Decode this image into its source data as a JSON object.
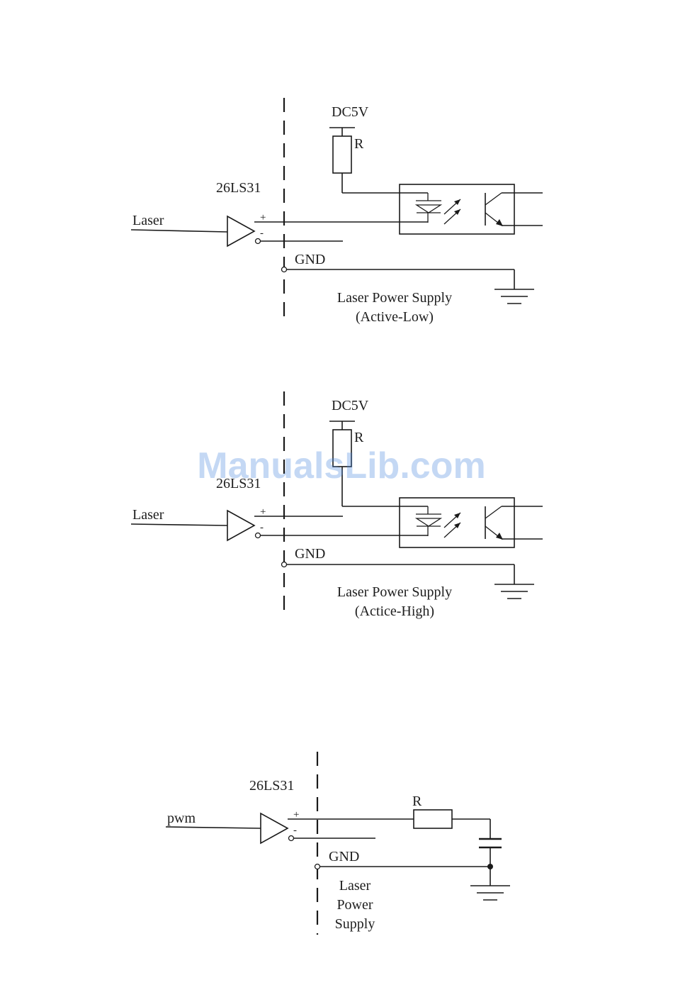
{
  "watermark": "ManualsLib.com",
  "diagrams": [
    {
      "supply_label": "DC5V",
      "resistor_label": "R",
      "driver_label": "26LS31",
      "input_label": "Laser",
      "plus_sign": "+",
      "minus_sign": "-",
      "gnd_label": "GND",
      "caption_lines": [
        "Laser Power Supply",
        "(Active-Low)"
      ]
    },
    {
      "supply_label": "DC5V",
      "resistor_label": "R",
      "driver_label": "26LS31",
      "input_label": "Laser",
      "plus_sign": "+",
      "minus_sign": "-",
      "gnd_label": "GND",
      "caption_lines": [
        "Laser Power Supply",
        "(Actice-High)"
      ]
    },
    {
      "resistor_label": "R",
      "driver_label": "26LS31",
      "input_label": "pwm",
      "plus_sign": "+",
      "minus_sign": "-",
      "gnd_label": "GND",
      "caption_lines": [
        "Laser",
        "Power",
        "Supply"
      ]
    }
  ]
}
